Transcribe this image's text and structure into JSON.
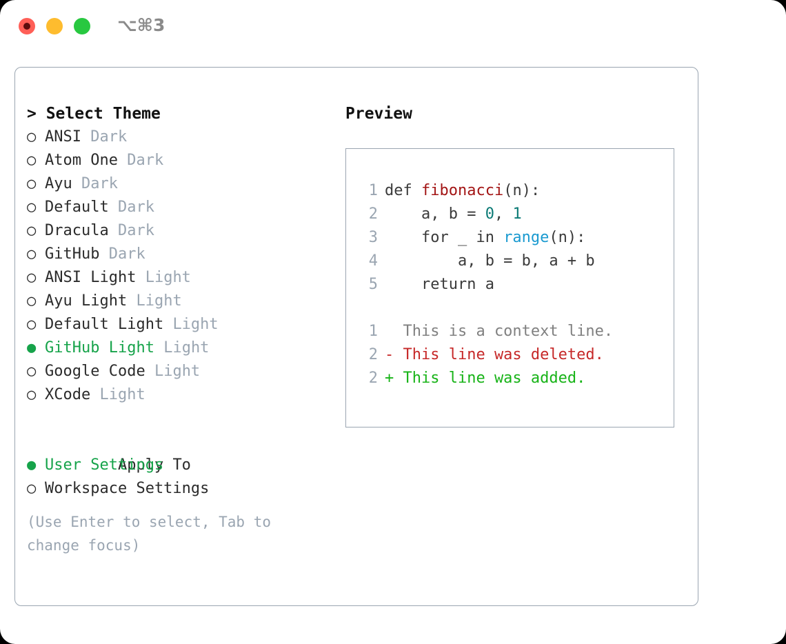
{
  "titlebar": {
    "shortcut": "⌥⌘3",
    "lights": [
      "close-red",
      "minimize-yellow",
      "zoom-green"
    ]
  },
  "theme_picker": {
    "heading": "> Select Theme",
    "bullet_selected": "●",
    "bullet_unselected": "○",
    "items": [
      {
        "bullet": "○",
        "name": "ANSI",
        "variant": "Dark",
        "selected": false
      },
      {
        "bullet": "○",
        "name": "Atom One",
        "variant": "Dark",
        "selected": false
      },
      {
        "bullet": "○",
        "name": "Ayu",
        "variant": "Dark",
        "selected": false
      },
      {
        "bullet": "○",
        "name": "Default",
        "variant": "Dark",
        "selected": false
      },
      {
        "bullet": "○",
        "name": "Dracula",
        "variant": "Dark",
        "selected": false
      },
      {
        "bullet": "○",
        "name": "GitHub",
        "variant": "Dark",
        "selected": false
      },
      {
        "bullet": "○",
        "name": "ANSI Light",
        "variant": "Light",
        "selected": false
      },
      {
        "bullet": "○",
        "name": "Ayu Light",
        "variant": "Light",
        "selected": false
      },
      {
        "bullet": "○",
        "name": "Default Light",
        "variant": "Light",
        "selected": false
      },
      {
        "bullet": "●",
        "name": "GitHub Light",
        "variant": "Light",
        "selected": true
      },
      {
        "bullet": "○",
        "name": "Google Code",
        "variant": "Light",
        "selected": false
      },
      {
        "bullet": "○",
        "name": "XCode",
        "variant": "Light",
        "selected": false
      }
    ]
  },
  "apply_to": {
    "heading": "Apply To",
    "options": [
      {
        "bullet": "●",
        "label": "User Settings",
        "selected": true
      },
      {
        "bullet": "○",
        "label": "Workspace Settings",
        "selected": false
      }
    ]
  },
  "hint": "(Use Enter to select, Tab to change focus)",
  "preview": {
    "title": "Preview",
    "code_lines": [
      {
        "lineno": "1",
        "tokens": [
          {
            "text": "def ",
            "kind": "default"
          },
          {
            "text": "fibonacci",
            "kind": "func"
          },
          {
            "text": "(n):",
            "kind": "default"
          }
        ]
      },
      {
        "lineno": "2",
        "tokens": [
          {
            "text": "    a, b = ",
            "kind": "default"
          },
          {
            "text": "0",
            "kind": "num"
          },
          {
            "text": ", ",
            "kind": "default"
          },
          {
            "text": "1",
            "kind": "num"
          }
        ]
      },
      {
        "lineno": "3",
        "tokens": [
          {
            "text": "    for _ in ",
            "kind": "default"
          },
          {
            "text": "range",
            "kind": "builtin"
          },
          {
            "text": "(n):",
            "kind": "default"
          }
        ]
      },
      {
        "lineno": "4",
        "tokens": [
          {
            "text": "        a, b = b, a + b",
            "kind": "default"
          }
        ]
      },
      {
        "lineno": "5",
        "tokens": [
          {
            "text": "    return a",
            "kind": "default"
          }
        ]
      }
    ],
    "diff_lines": [
      {
        "lineno": "1",
        "tokens": [
          {
            "text": "  This is a context line.",
            "kind": "ctx"
          }
        ]
      },
      {
        "lineno": "2",
        "tokens": [
          {
            "text": "- This line was deleted.",
            "kind": "del"
          }
        ]
      },
      {
        "lineno": "2",
        "tokens": [
          {
            "text": "+ This line was added.",
            "kind": "add"
          }
        ]
      }
    ]
  },
  "colors": {
    "accent_green": "#16a34a",
    "muted": "#9aa5b1",
    "text": "#2b2b2b",
    "border": "#9aa5b1",
    "light_red": "#ff5f57",
    "light_yellow": "#febc2e",
    "light_green": "#28c840",
    "diff_added": "#17b317",
    "diff_deleted": "#c62828",
    "syntax_function": "#a31515",
    "syntax_number": "#0b7a75",
    "syntax_builtin": "#1a9ad0"
  }
}
